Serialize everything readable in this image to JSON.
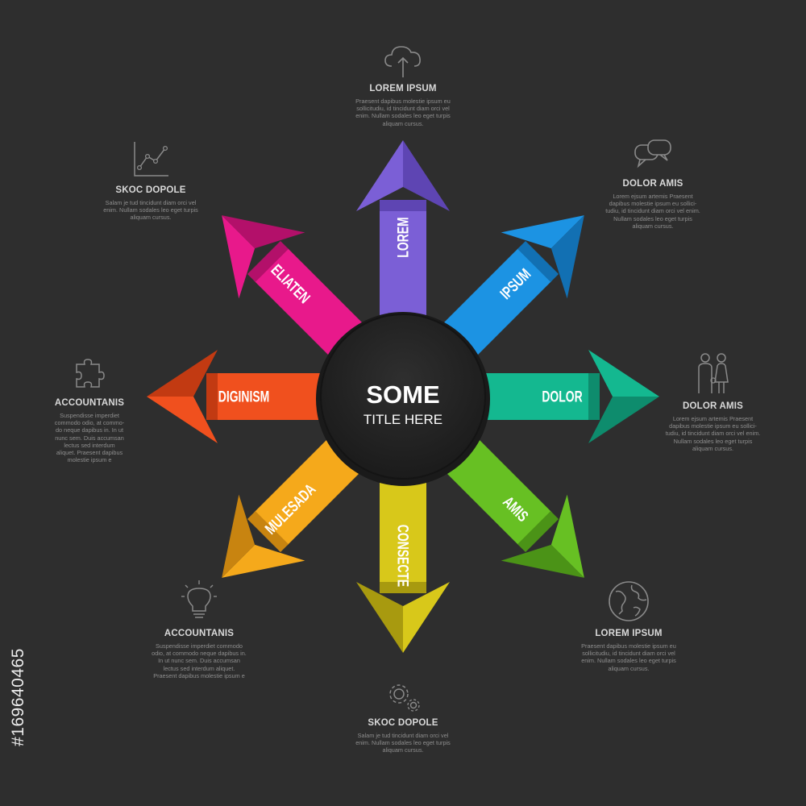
{
  "center": {
    "title_bold": "SOME",
    "title_light": "TITLE HERE"
  },
  "arrows": [
    {
      "label": "LOREM",
      "color": "#7b5fd6",
      "dark": "#5e45b3"
    },
    {
      "label": "IPSUM",
      "color": "#1c93e3",
      "dark": "#1270b3"
    },
    {
      "label": "DOLOR",
      "color": "#14b890",
      "dark": "#0e8c6d"
    },
    {
      "label": "AMIS",
      "color": "#67c023",
      "dark": "#4b9317"
    },
    {
      "label": "CONSECTE",
      "color": "#d8c81a",
      "dark": "#a89a0f"
    },
    {
      "label": "MULESADA",
      "color": "#f5a91b",
      "dark": "#c88410"
    },
    {
      "label": "DIGINISM",
      "color": "#f0501e",
      "dark": "#c23a12"
    },
    {
      "label": "ELIATEN",
      "color": "#e8198b",
      "dark": "#b3106a"
    }
  ],
  "blocks": [
    {
      "title": "LOREM IPSUM",
      "icon": "cloud-upload-icon",
      "body": [
        "Praesent dapibus molestie ipsum eu",
        "sollicitudiu, id tincidunt diam orci vel",
        "enim. Nullam sodales leo eget turpis",
        "aliquam cursus."
      ]
    },
    {
      "title": "DOLOR AMIS",
      "icon": "chat-bubbles-icon",
      "body": [
        "Lorem ejsum artemis Praesent",
        "dapibus molestie ipsum eu sollici-",
        "tudiu, id tincidunt diam orci vel enim.",
        "Nullam sodales leo eget turpis",
        "aliquam cursus."
      ]
    },
    {
      "title": "DOLOR AMIS",
      "icon": "family-icon",
      "body": [
        "Lorem ejsum artemis Praesent",
        "dapibus molestie ipsum eu sollici-",
        "tudiu, id tincidunt diam orci vel enim.",
        "Nullam sodales leo eget turpis",
        "aliquam cursus."
      ]
    },
    {
      "title": "LOREM IPSUM",
      "icon": "globe-icon",
      "body": [
        "Praesent dapibus molestie ipsum eu",
        "sollicitudiu, id tincidunt diam orci vel",
        "enim. Nullam sodales leo eget turpis",
        "aliquam cursus."
      ]
    },
    {
      "title": "SKOC DOPOLE",
      "icon": "gears-icon",
      "body": [
        "Salam je tud tincidunt diam orci vel",
        "enim. Nullam sodales leo eget turpis",
        "aliquam cursus."
      ]
    },
    {
      "title": "ACCOUNTANIS",
      "icon": "lightbulb-icon",
      "body": [
        "Suspendisse imperdiet commodo",
        "odio, at commodo neque dapibus in.",
        "In ut nunc sem. Duis accumsan",
        "lectus sed interdum aliquet.",
        "Praesent dapibus molestie ipsum e"
      ]
    },
    {
      "title": "ACCOUNTANIS",
      "icon": "puzzle-piece-icon",
      "body": [
        "Suspendisse imperdiet",
        "commodo odio, at commo-",
        "do neque dapibus in. In ut",
        "nunc sem. Duis accumsan",
        "lectus sed interdum",
        "aliquet. Praesent dapibus",
        "molestie ipsum e"
      ]
    },
    {
      "title": "SKOC DOPOLE",
      "icon": "line-chart-icon",
      "body": [
        "Salam je tud tincidunt diam orci vel",
        "enim. Nullam sodales leo eget turpis",
        "aliquam cursus."
      ]
    }
  ],
  "watermark": "#169640465"
}
